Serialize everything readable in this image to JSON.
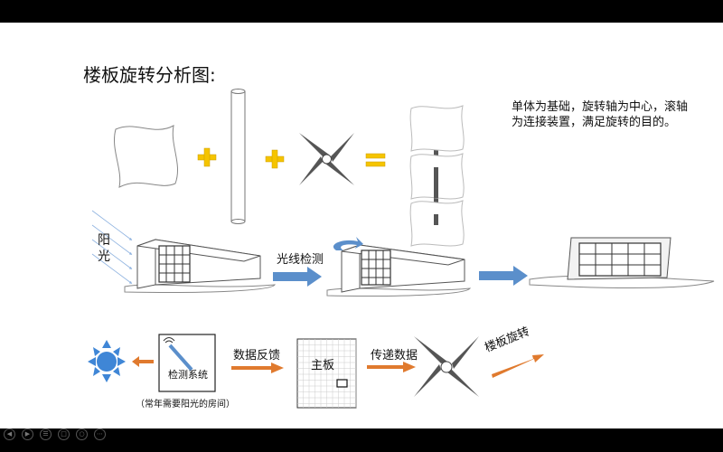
{
  "title": "楼板旋转分析图:",
  "description": "单体为基础，旋转轴为中心，滚轴为连接装置，满足旋转的目的。",
  "sun_label": "阳光",
  "flow_labels": {
    "light_detection": "光线检测",
    "data_feedback": "数据反馈",
    "mainboard": "主板",
    "transmit_data": "传递数据",
    "floor_rotation": "楼板旋转",
    "detection_system": "检测系统",
    "room_note": "（常年需要阳光的房间）"
  },
  "colors": {
    "plus_sign": "#F5C400",
    "arrow_blue": "#5B8FCB",
    "arrow_orange": "#E07A2E",
    "sun_blue": "#3F86D6"
  },
  "nav_icons": [
    "prev-icon",
    "next-icon",
    "menu-icon",
    "copy-icon",
    "zoom-icon",
    "more-icon"
  ]
}
